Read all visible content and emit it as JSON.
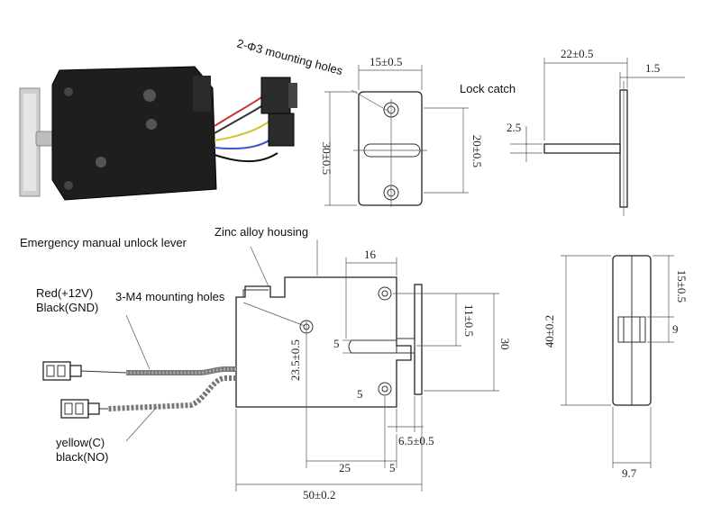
{
  "callouts": {
    "mounting_holes_top": "2-Φ3 mounting holes",
    "lock_catch": "Lock catch",
    "zinc_housing": "Zinc alloy housing",
    "manual_unlock": "Emergency manual unlock lever",
    "mounting_holes_m4": "3-M4 mounting holes",
    "wire_red": "Red(+12V)",
    "wire_black_gnd": "Black(GND)",
    "wire_yellow": "yellow(C)",
    "wire_black_no": "black(NO)"
  },
  "dimensions": {
    "catch_width": "15±0.5",
    "catch_height": "30±0.5",
    "catch_slot_span": "20±0.5",
    "catch_length": "22±0.5",
    "catch_plate": "1.5",
    "catch_pin": "2.5",
    "body_slot_width": "16",
    "body_slot_offset": "11±0.5",
    "body_slot_gap": "5",
    "body_height_inner": "30",
    "body_hole_height": "23.5±0.5",
    "body_bottom_gap": "5",
    "body_pin_offset": "6.5±0.5",
    "body_hole_spacing": "25",
    "body_hole_edge": "5",
    "body_length": "50±0.2",
    "side_height": "40±0.2",
    "side_top": "15±0.5",
    "side_slot": "9",
    "side_width": "9.7"
  },
  "colors": {
    "line": "#333333",
    "housing_photo": "#1e1e1e",
    "metal": "#c8c8c8"
  }
}
